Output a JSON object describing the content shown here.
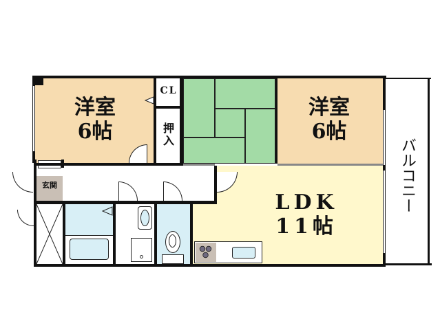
{
  "floorplan": {
    "rooms": {
      "western_room_left": {
        "name": "洋室",
        "size": "6帖"
      },
      "western_room_right": {
        "name": "洋室",
        "size": "6帖"
      },
      "closet": {
        "label": "CL"
      },
      "oshiire": {
        "label": "押入"
      },
      "genkan": {
        "label": "玄関"
      },
      "ldk": {
        "name": "LDK",
        "size": "11帖"
      },
      "balcony": {
        "label": "バルコニー"
      }
    },
    "colors": {
      "western_room": "#f7dcb0",
      "tatami": "#a3dba6",
      "ldk": "#fff8cc",
      "wet_area": "#d8eff6",
      "genkan": "#c9bfb5",
      "wall": "#111111"
    }
  }
}
